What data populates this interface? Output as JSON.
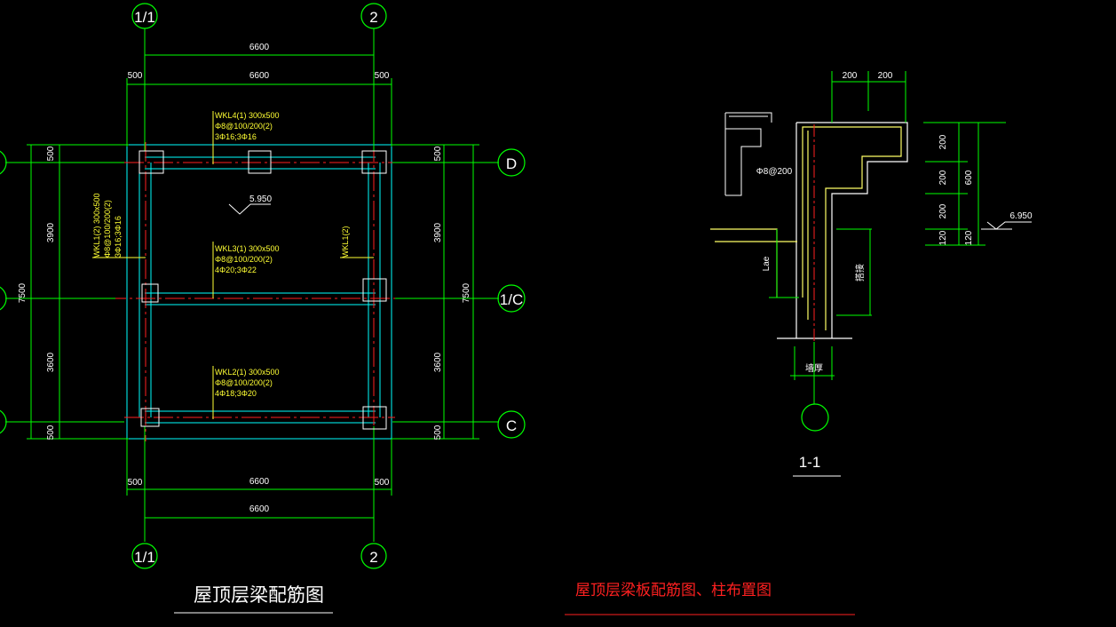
{
  "colors": {
    "background": "#000000",
    "dimension_line": "#00ff00",
    "beam_line": "#00ffff",
    "center_line": "#ff2020",
    "text": "#ffffff",
    "annotation": "#ffff33",
    "section_line": "#ffff66"
  },
  "plan": {
    "axes": {
      "top_left": "1/1",
      "top_right": "2",
      "bottom_left": "1/1",
      "bottom_right": "2",
      "right_top": "D",
      "right_mid": "1/C",
      "right_bottom": "C"
    },
    "dims": {
      "top_total": "6600",
      "top_span": "6600",
      "top_left_overhang": "500",
      "top_right_overhang": "500",
      "bottom_span": "6600",
      "bottom_total": "6600",
      "bottom_left_overhang": "500",
      "bottom_right_overhang": "500",
      "left_top": "500",
      "left_upper": "3900",
      "left_lower": "3600",
      "left_bottom": "500",
      "left_total": "7500",
      "right_top": "500",
      "right_upper": "3900",
      "right_lower": "3600",
      "right_bottom": "500",
      "right_total": "7500"
    },
    "beams": {
      "wkl4": [
        "WKL4(1) 300x500",
        "Φ8@100/200(2)",
        "3Φ16;3Φ16"
      ],
      "wkl3": [
        "WKL3(1) 300x500",
        "Φ8@100/200(2)",
        "4Φ20;3Φ22"
      ],
      "wkl2": [
        "WKL2(1) 300x500",
        "Φ8@100/200(2)",
        "4Φ18;3Φ20"
      ],
      "wkl1_left": [
        "WKL1(2) 300x500",
        "Φ8@100/200(2)",
        "3Φ16;3Φ16"
      ],
      "wkl1_right": "WKL1(2)"
    },
    "elevation": "5.950",
    "title": "屋顶层梁配筋图"
  },
  "section": {
    "dim_top_1": "200",
    "dim_top_2": "200",
    "rebar": "Φ8@200",
    "right_dims": [
      "200",
      "200",
      "200",
      "120"
    ],
    "right_total": "600",
    "right_extra": "120",
    "elevation": "6.950",
    "anchor_label": "Lae",
    "lap_label": "搭接",
    "bottom_label": "墙厚",
    "title": "1-1"
  },
  "sheet_title": "屋顶层梁板配筋图、柱布置图"
}
